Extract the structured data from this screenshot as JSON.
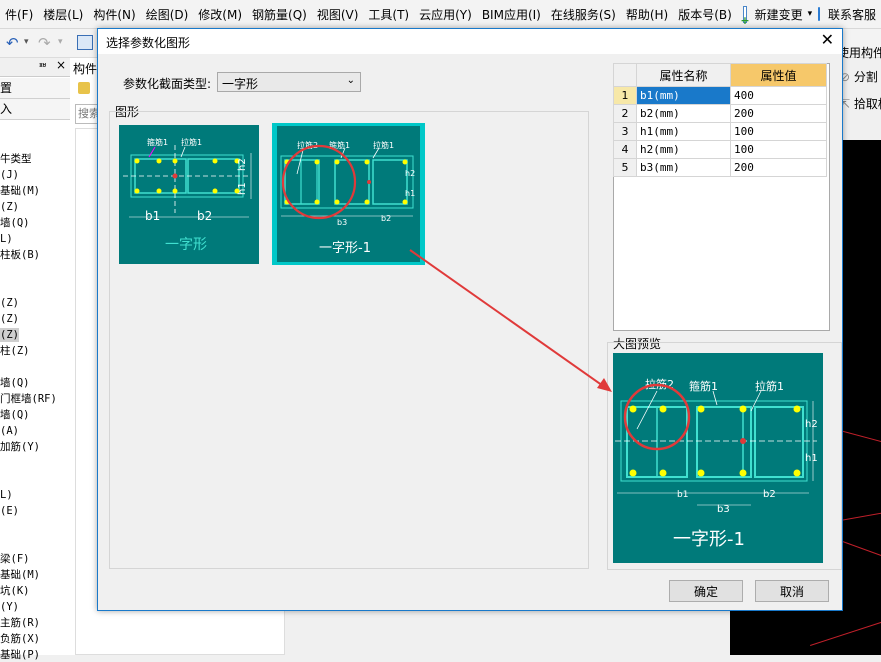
{
  "menubar": {
    "items": [
      "件(F)",
      "楼层(L)",
      "构件(N)",
      "绘图(D)",
      "修改(M)",
      "钢筋量(Q)",
      "视图(V)",
      "工具(T)",
      "云应用(Y)",
      "BIM应用(I)",
      "在线服务(S)",
      "帮助(H)",
      "版本号(B)"
    ],
    "new_change": "新建变更",
    "service": "联系客服"
  },
  "left_panel": {
    "header1": "置",
    "header2": "入",
    "tree": [
      "牛类型",
      "(J)",
      "基础(M)",
      "(Z)",
      "墙(Q)",
      "L)",
      "柱板(B)",
      "(Z)",
      "(Z)",
      "(Z)",
      "柱(Z)",
      "墙(Q)",
      "门框墙(RF)",
      "墙(Q)",
      "(A)",
      "加筋(Y)",
      "L)",
      "(E)",
      "梁(F)",
      "基础(M)",
      "坑(K)",
      "(Y)",
      "主筋(R)",
      "负筋(X)",
      "基础(P)"
    ]
  },
  "mid_panel": {
    "header": "构件",
    "search_placeholder": "搜索"
  },
  "right_toolbar": {
    "split": "分割",
    "pick": "拾取构",
    "use_component": "使用构件"
  },
  "dialog": {
    "title": "选择参数化图形",
    "section_type_label": "参数化截面类型:",
    "section_type_value": "一字形",
    "figure_group_label": "图形",
    "thumbnails": [
      {
        "name": "一字形",
        "label_hoop": "箍筋1",
        "label_tie": "拉筋1",
        "dim_b1": "b1",
        "dim_b2": "b2",
        "dim_h1": "h1",
        "dim_h2": "h2"
      },
      {
        "name": "一字形-1",
        "label_tie2": "拉筋2",
        "label_hoop": "箍筋1",
        "label_tie": "拉筋1",
        "dim_b3": "b3",
        "dim_b2": "b2",
        "dim_h1": "h1",
        "dim_h2": "h2"
      }
    ],
    "table": {
      "headers": [
        "属性名称",
        "属性值"
      ],
      "rows": [
        {
          "idx": "1",
          "name": "b1(mm)",
          "value": "400"
        },
        {
          "idx": "2",
          "name": "b2(mm)",
          "value": "200"
        },
        {
          "idx": "3",
          "name": "h1(mm)",
          "value": "100"
        },
        {
          "idx": "4",
          "name": "h2(mm)",
          "value": "100"
        },
        {
          "idx": "5",
          "name": "b3(mm)",
          "value": "200"
        }
      ]
    },
    "preview_label": "大图预览",
    "preview": {
      "title": "一字形-1",
      "label_tie2": "拉筋2",
      "label_hoop": "箍筋1",
      "label_tie": "拉筋1",
      "dim_b1": "b1",
      "dim_b3": "b3",
      "dim_b2": "b2",
      "dim_h1": "h1",
      "dim_h2": "h2"
    },
    "ok_button": "确定",
    "cancel_button": "取消"
  },
  "colors": {
    "teal": "#007a7a",
    "rebar": "#40e0d0",
    "node": "#ffff00",
    "annotation_red": "#e03a3a",
    "selected_blue": "#1979ca",
    "header_gold": "#f6c86a"
  }
}
